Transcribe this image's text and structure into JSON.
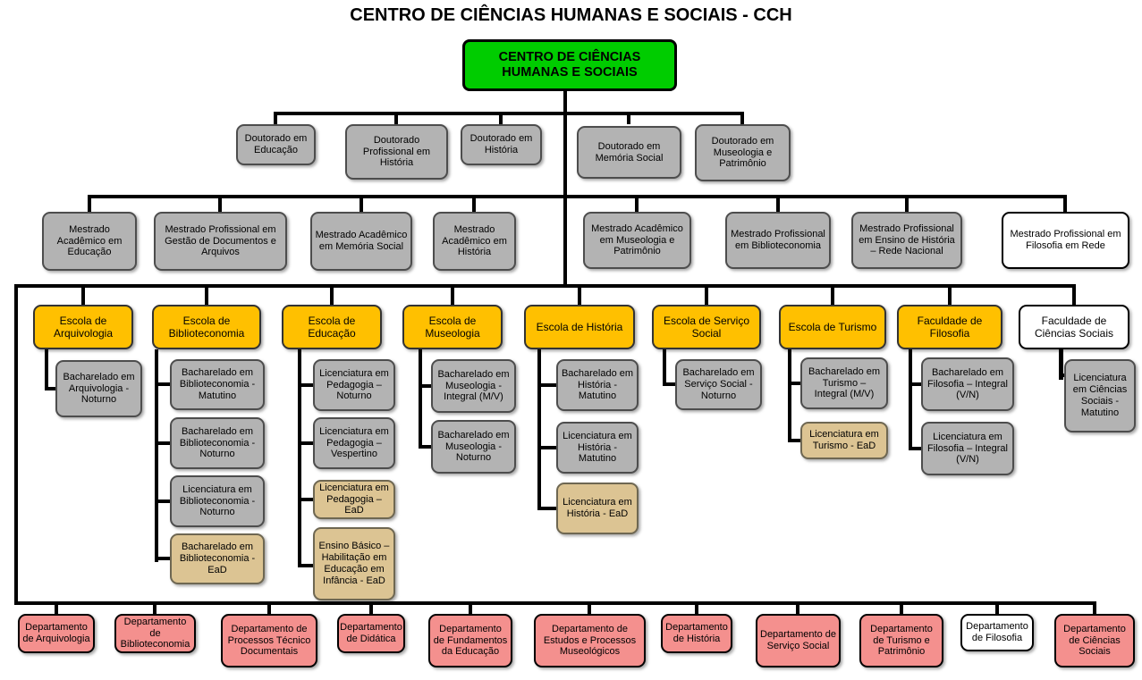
{
  "title": "CENTRO DE CIÊNCIAS HUMANAS E SOCIAIS - CCH",
  "root": {
    "label": "CENTRO DE CIÊNCIAS HUMANAS E SOCIAIS"
  },
  "doctorates": [
    {
      "label": "Doutorado em Educação"
    },
    {
      "label": "Doutorado Profissional em História"
    },
    {
      "label": "Doutorado em História"
    },
    {
      "label": "Doutorado em Memória Social"
    },
    {
      "label": "Doutorado em Museologia e Patrimônio"
    }
  ],
  "masters": [
    {
      "label": "Mestrado Acadêmico em Educação",
      "variant": "gray"
    },
    {
      "label": "Mestrado Profissional em Gestão de Documentos e Arquivos",
      "variant": "gray"
    },
    {
      "label": "Mestrado Acadêmico em Memória Social",
      "variant": "gray"
    },
    {
      "label": "Mestrado Acadêmico em História",
      "variant": "gray"
    },
    {
      "label": "Mestrado Acadêmico em Museologia e Patrimônio",
      "variant": "gray"
    },
    {
      "label": "Mestrado Profissional em Biblioteconomia",
      "variant": "gray"
    },
    {
      "label": "Mestrado Profissional em Ensino de História – Rede Nacional",
      "variant": "gray"
    },
    {
      "label": "Mestrado Profissional em Filosofia em Rede",
      "variant": "white"
    }
  ],
  "schools": [
    {
      "label": "Escola de Arquivologia",
      "variant": "orange"
    },
    {
      "label": "Escola de Biblioteconomia",
      "variant": "orange"
    },
    {
      "label": "Escola de Educação",
      "variant": "orange"
    },
    {
      "label": "Escola de Museologia",
      "variant": "orange"
    },
    {
      "label": "Escola de História",
      "variant": "orange"
    },
    {
      "label": "Escola de Serviço Social",
      "variant": "orange"
    },
    {
      "label": "Escola de Turismo",
      "variant": "orange"
    },
    {
      "label": "Faculdade de Filosofia",
      "variant": "orange"
    },
    {
      "label": "Faculdade de Ciências Sociais",
      "variant": "white"
    }
  ],
  "courses": [
    {
      "label": "Bacharelado em Arquivologia - Noturno",
      "variant": "gray"
    },
    {
      "label": "Bacharelado em Biblioteconomia - Matutino",
      "variant": "gray"
    },
    {
      "label": "Bacharelado em Biblioteconomia - Noturno",
      "variant": "gray"
    },
    {
      "label": "Licenciatura em Biblioteconomia - Noturno",
      "variant": "gray"
    },
    {
      "label": "Bacharelado em Biblioteconomia - EaD",
      "variant": "ead"
    },
    {
      "label": "Licenciatura em Pedagogia – Noturno",
      "variant": "gray"
    },
    {
      "label": "Licenciatura em Pedagogia – Vespertino",
      "variant": "gray"
    },
    {
      "label": "Licenciatura em Pedagogia – EaD",
      "variant": "ead"
    },
    {
      "label": "Ensino Básico – Habilitação em Educação em Infância - EaD",
      "variant": "ead"
    },
    {
      "label": "Bacharelado em Museologia - Integral (M/V)",
      "variant": "gray"
    },
    {
      "label": "Bacharelado em Museologia - Noturno",
      "variant": "gray"
    },
    {
      "label": "Bacharelado em História - Matutino",
      "variant": "gray"
    },
    {
      "label": "Licenciatura em História - Matutino",
      "variant": "gray"
    },
    {
      "label": "Licenciatura em História - EaD",
      "variant": "ead"
    },
    {
      "label": "Bacharelado em Serviço Social - Noturno",
      "variant": "gray"
    },
    {
      "label": "Bacharelado em Turismo – Integral (M/V)",
      "variant": "gray"
    },
    {
      "label": "Licenciatura em Turismo - EaD",
      "variant": "ead"
    },
    {
      "label": "Bacharelado em Filosofia – Integral (V/N)",
      "variant": "gray"
    },
    {
      "label": "Licenciatura em Filosofia – Integral (V/N)",
      "variant": "gray"
    },
    {
      "label": "Licenciatura em Ciências Sociais - Matutino",
      "variant": "gray"
    }
  ],
  "departments": [
    {
      "label": "Departamento de Arquivologia",
      "variant": "pink"
    },
    {
      "label": "Departamento de Biblioteconomia",
      "variant": "pink"
    },
    {
      "label": "Departamento de Processos Técnico Documentais",
      "variant": "pink"
    },
    {
      "label": "Departamento de Didática",
      "variant": "pink"
    },
    {
      "label": "Departamento de Fundamentos da Educação",
      "variant": "pink"
    },
    {
      "label": "Departamento de Estudos e Processos Museológicos",
      "variant": "pink"
    },
    {
      "label": "Departamento de História",
      "variant": "pink"
    },
    {
      "label": "Departamento de Serviço Social",
      "variant": "pink"
    },
    {
      "label": "Departamento de Turismo e Patrimônio",
      "variant": "pink"
    },
    {
      "label": "Departamento de Filosofia",
      "variant": "white"
    },
    {
      "label": "Departamento de Ciências Sociais",
      "variant": "pink"
    }
  ],
  "colors": {
    "root": "#00cc00",
    "gray": "#b3b3b3",
    "school": "#ffc000",
    "ead": "#dcc493",
    "dept": "#f4908e",
    "white": "#ffffff",
    "line": "#000000"
  }
}
